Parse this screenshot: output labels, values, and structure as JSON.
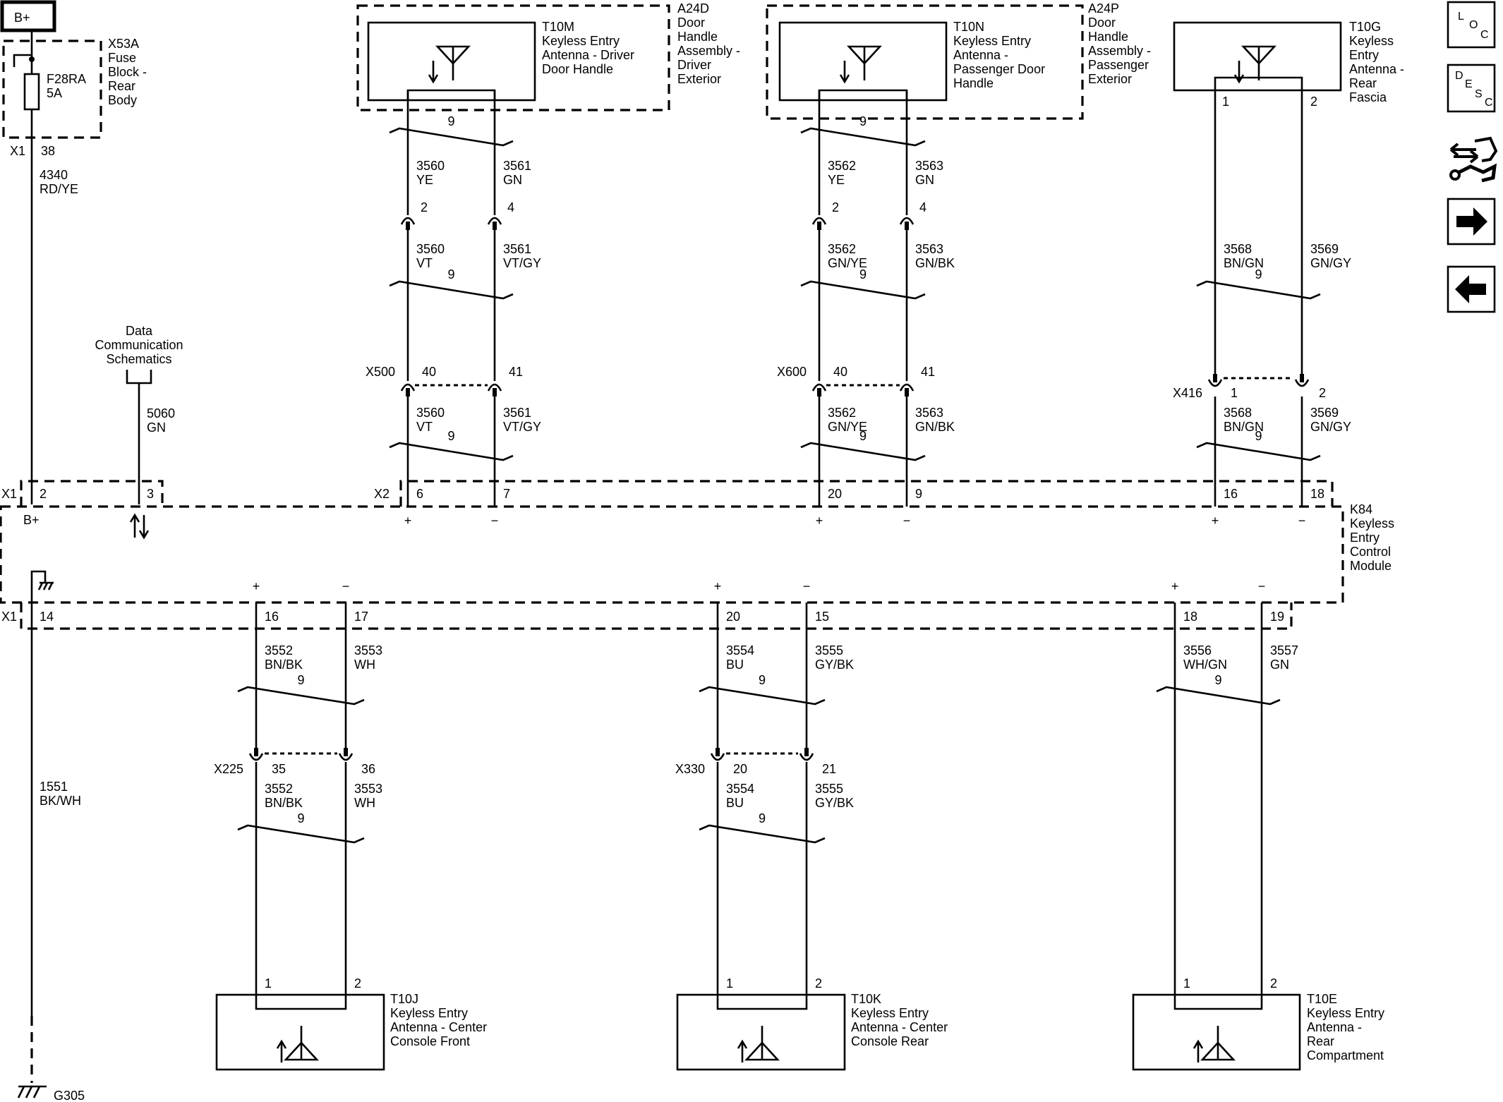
{
  "supply": {
    "label": "B+"
  },
  "fuse_block": {
    "id": "X53A",
    "desc": [
      "Fuse",
      "Block -",
      "Rear",
      "Body"
    ],
    "fuse_id": "F28RA",
    "fuse_rating": "5A",
    "conn": "X1",
    "pin": "38",
    "wire_num": "4340",
    "wire_color": "RD/YE"
  },
  "data_comm": {
    "lines": [
      "Data",
      "Communication",
      "Schematics"
    ],
    "wire_num": "5060",
    "wire_color": "GN"
  },
  "ground": {
    "wire_num": "1551",
    "wire_color": "BK/WH",
    "id": "G305"
  },
  "module": {
    "id": "K84",
    "desc": [
      "Keyless",
      "Entry",
      "Control",
      "Module"
    ],
    "bplus": "B+",
    "plus": "+",
    "minus": "−",
    "x1_top": "X1",
    "x2_top": "X2",
    "x1_bottom": "X1",
    "pin_bplus": "2",
    "pin_data": "3",
    "pin_gnd": "14"
  },
  "twist": "9",
  "antennas_top": [
    {
      "id": "T10M",
      "desc": [
        "Keyless Entry",
        "Antenna - Driver",
        "Door Handle"
      ],
      "assy_id": "A24D",
      "assy_desc": [
        "Door",
        "Handle",
        "Assembly -",
        "Driver",
        "Exterior"
      ],
      "top_wires": [
        {
          "num": "3560",
          "color": "YE"
        },
        {
          "num": "3561",
          "color": "GN"
        }
      ],
      "inline1_pins": [
        "2",
        "4"
      ],
      "mid_wires": [
        {
          "num": "3560",
          "color": "VT"
        },
        {
          "num": "3561",
          "color": "VT/GY"
        }
      ],
      "conn": "X500",
      "conn_pins": [
        "40",
        "41"
      ],
      "bot_wires": [
        {
          "num": "3560",
          "color": "VT"
        },
        {
          "num": "3561",
          "color": "VT/GY"
        }
      ],
      "module_pins": [
        "6",
        "7"
      ]
    },
    {
      "id": "T10N",
      "desc": [
        "Keyless Entry",
        "Antenna -",
        "Passenger Door",
        "Handle"
      ],
      "assy_id": "A24P",
      "assy_desc": [
        "Door",
        "Handle",
        "Assembly -",
        "Passenger",
        "Exterior"
      ],
      "top_wires": [
        {
          "num": "3562",
          "color": "YE"
        },
        {
          "num": "3563",
          "color": "GN"
        }
      ],
      "inline1_pins": [
        "2",
        "4"
      ],
      "mid_wires": [
        {
          "num": "3562",
          "color": "GN/YE"
        },
        {
          "num": "3563",
          "color": "GN/BK"
        }
      ],
      "conn": "X600",
      "conn_pins": [
        "40",
        "41"
      ],
      "bot_wires": [
        {
          "num": "3562",
          "color": "GN/YE"
        },
        {
          "num": "3563",
          "color": "GN/BK"
        }
      ],
      "module_pins": [
        "20",
        "9"
      ]
    },
    {
      "id": "T10G",
      "desc": [
        "Keyless",
        "Entry",
        "Antenna -",
        "Rear",
        "Fascia"
      ],
      "ant_pins": [
        "1",
        "2"
      ],
      "mid_wires": [
        {
          "num": "3568",
          "color": "BN/GN"
        },
        {
          "num": "3569",
          "color": "GN/GY"
        }
      ],
      "conn": "X416",
      "conn_pins": [
        "1",
        "2"
      ],
      "bot_wires": [
        {
          "num": "3568",
          "color": "BN/GN"
        },
        {
          "num": "3569",
          "color": "GN/GY"
        }
      ],
      "module_pins": [
        "16",
        "18"
      ]
    }
  ],
  "antennas_bottom": [
    {
      "id": "T10J",
      "desc": [
        "Keyless Entry",
        "Antenna - Center",
        "Console Front"
      ],
      "module_pins": [
        "16",
        "17"
      ],
      "wires_a": [
        {
          "num": "3552",
          "color": "BN/BK"
        },
        {
          "num": "3553",
          "color": "WH"
        }
      ],
      "conn": "X225",
      "conn_pins": [
        "35",
        "36"
      ],
      "wires_b": [
        {
          "num": "3552",
          "color": "BN/BK"
        },
        {
          "num": "3553",
          "color": "WH"
        }
      ],
      "ant_pins": [
        "1",
        "2"
      ]
    },
    {
      "id": "T10K",
      "desc": [
        "Keyless Entry",
        "Antenna - Center",
        "Console Rear"
      ],
      "module_pins": [
        "20",
        "15"
      ],
      "wires_a": [
        {
          "num": "3554",
          "color": "BU"
        },
        {
          "num": "3555",
          "color": "GY/BK"
        }
      ],
      "conn": "X330",
      "conn_pins": [
        "20",
        "21"
      ],
      "wires_b": [
        {
          "num": "3554",
          "color": "BU"
        },
        {
          "num": "3555",
          "color": "GY/BK"
        }
      ],
      "ant_pins": [
        "1",
        "2"
      ]
    },
    {
      "id": "T10E",
      "desc": [
        "Keyless Entry",
        "Antenna -",
        "Rear",
        "Compartment"
      ],
      "module_pins": [
        "18",
        "19"
      ],
      "wires_a": [
        {
          "num": "3556",
          "color": "WH/GN"
        },
        {
          "num": "3557",
          "color": "GN"
        }
      ],
      "ant_pins": [
        "1",
        "2"
      ]
    }
  ],
  "nav": {
    "loc": [
      "L",
      "O",
      "C"
    ],
    "desc": [
      "D",
      "E",
      "S",
      "C"
    ],
    "icons": [
      "connector-tool-icon",
      "arrow-right-icon",
      "arrow-left-icon"
    ]
  }
}
